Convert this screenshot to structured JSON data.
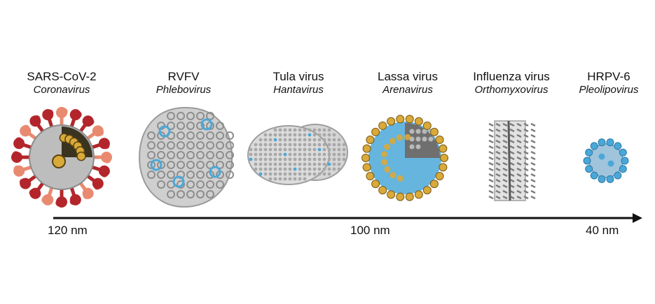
{
  "colors": {
    "spike_red": "#b3262b",
    "spike_salmon": "#e88a70",
    "membrane_grey": "#bdbdbd",
    "gold": "#d9a93a",
    "cyan": "#4aa8d8",
    "silver": "#c8c8c8",
    "axis": "#111111"
  },
  "viruses": [
    {
      "name": "SARS-CoV-2",
      "genus": "Coronavirus",
      "icon": "coronavirus-icon"
    },
    {
      "name": "RVFV",
      "genus": "Phlebovirus",
      "icon": "phlebovirus-icon"
    },
    {
      "name": "Tula virus",
      "genus": "Hantavirus",
      "icon": "hantavirus-icon"
    },
    {
      "name": "Lassa virus",
      "genus": "Arenavirus",
      "icon": "arenavirus-icon"
    },
    {
      "name": "Influenza virus",
      "genus": "Orthomyxovirus",
      "icon": "orthomyxovirus-icon"
    },
    {
      "name": "HRPV-6",
      "genus": "Pleolipovirus",
      "icon": "pleolipovirus-icon"
    }
  ],
  "scale": {
    "left": "120 nm",
    "middle": "100 nm",
    "right": "40 nm"
  }
}
